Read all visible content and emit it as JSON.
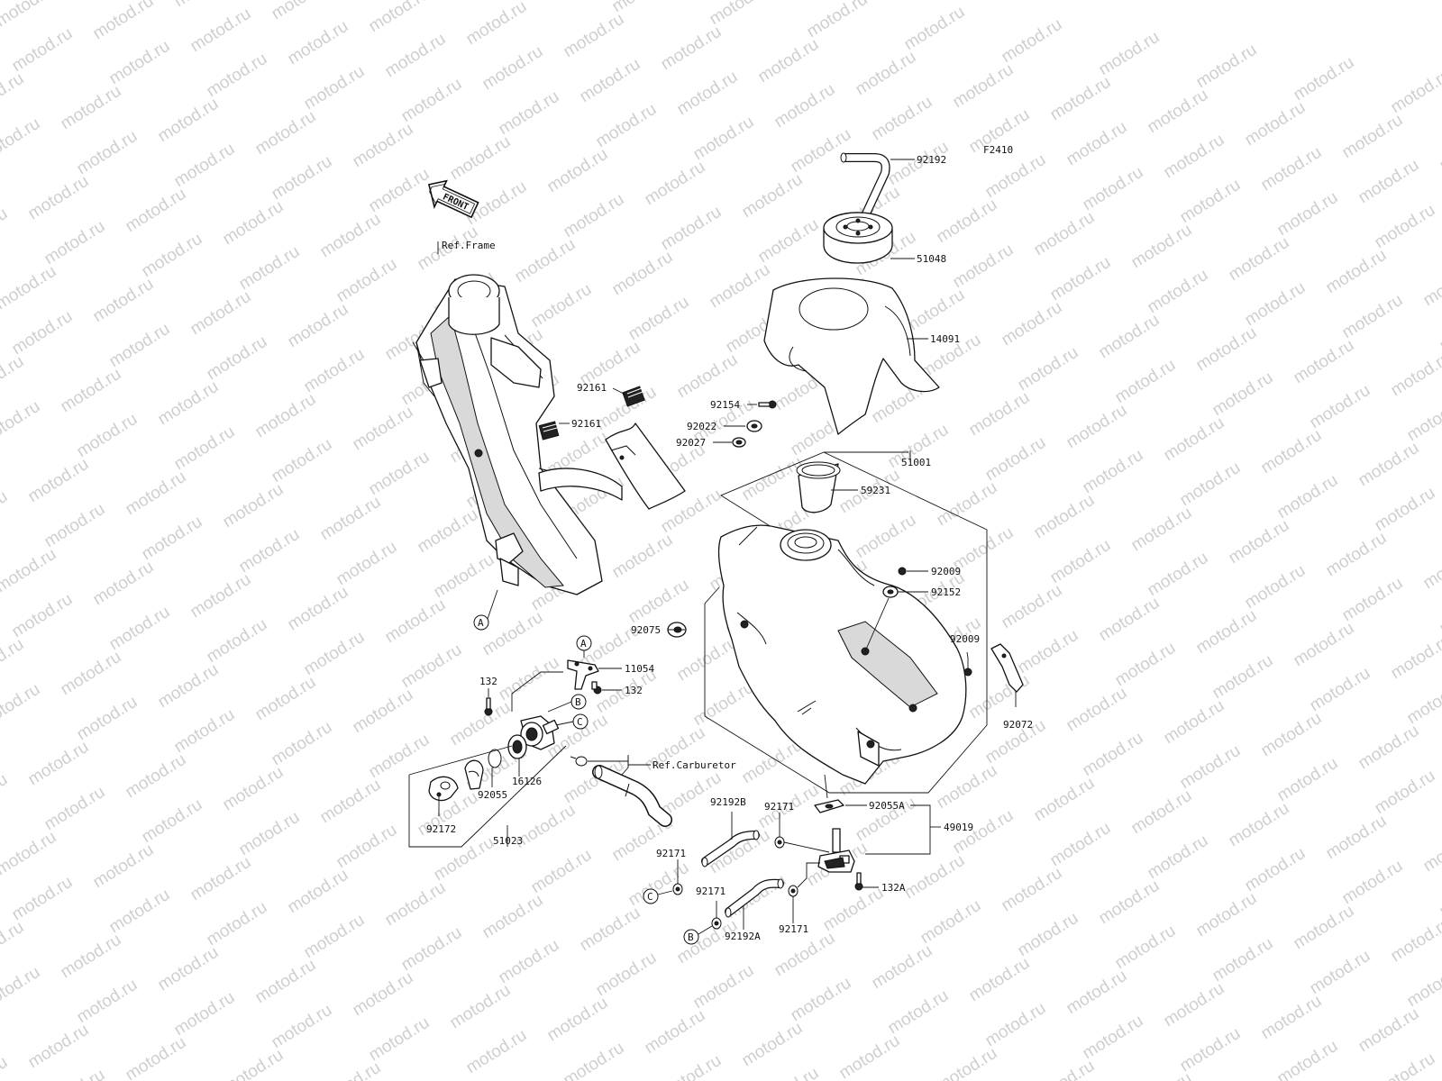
{
  "figure_code": "F2410",
  "watermark_text": "motod.ru",
  "front_arrow_text": "FRONT",
  "references": {
    "frame": "Ref.Frame",
    "carburetor": "Ref.Carburetor"
  },
  "callouts": {
    "92192_top": "92192",
    "51048": "51048",
    "14091": "14091",
    "92161_a": "92161",
    "92161_b": "92161",
    "92154": "92154",
    "92022": "92022",
    "92027": "92027",
    "51001": "51001",
    "59231": "59231",
    "92009_a": "92009",
    "92152": "92152",
    "92075": "92075",
    "92009_b": "92009",
    "92072": "92072",
    "11054": "11054",
    "132_a": "132",
    "132_b": "132",
    "16126": "16126",
    "92055": "92055",
    "92172": "92172",
    "51023": "51023",
    "92192B": "92192B",
    "92171_a": "92171",
    "92171_b": "92171",
    "92171_c": "92171",
    "92171_d": "92171",
    "92055A": "92055A",
    "49019": "49019",
    "132A": "132A",
    "92192A": "92192A"
  },
  "markers": {
    "A1": "A",
    "A2": "A",
    "B1": "B",
    "B2": "B",
    "C1": "C",
    "C2": "C"
  }
}
